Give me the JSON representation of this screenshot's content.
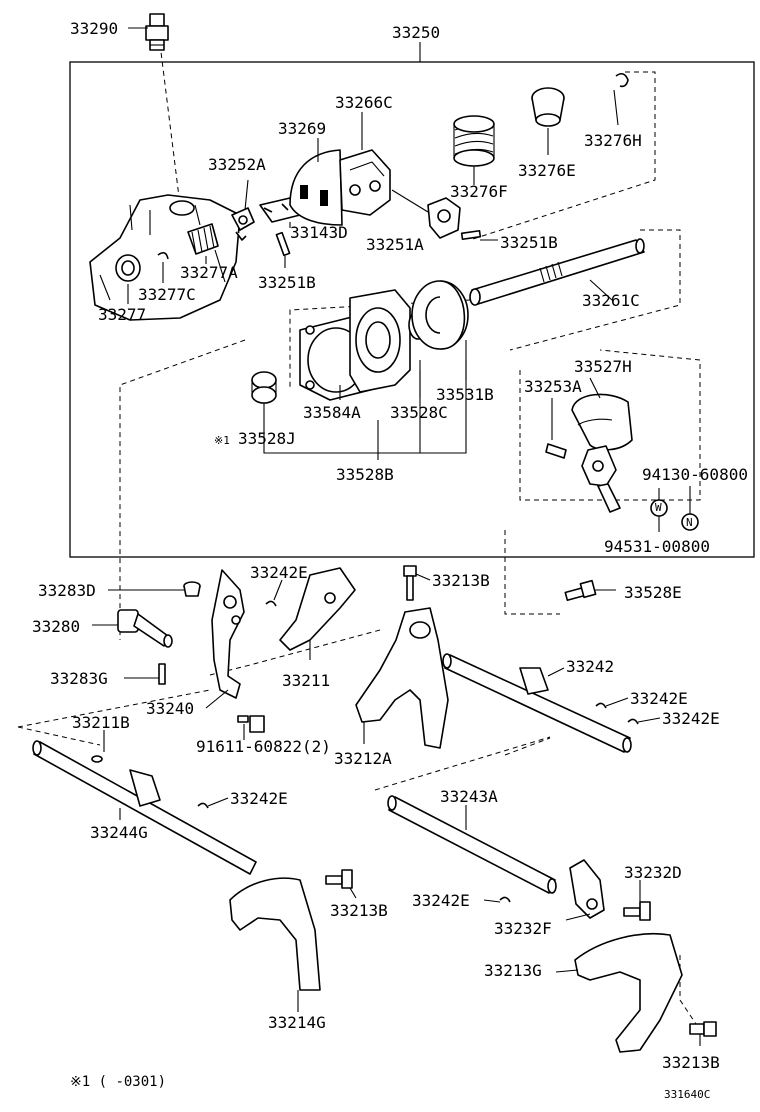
{
  "labels": {
    "p33290": "33290",
    "p33250": "33250",
    "p33266C": "33266C",
    "p33269": "33269",
    "p33276H": "33276H",
    "p33252A": "33252A",
    "p33276E": "33276E",
    "p33276F": "33276F",
    "p33143D": "33143D",
    "p33251A": "33251A",
    "p33251B_top": "33251B",
    "p33277A": "33277A",
    "p33251B_mid": "33251B",
    "p33277C": "33277C",
    "p33277": "33277",
    "p33261C": "33261C",
    "p33527H": "33527H",
    "p33253A": "33253A",
    "p33531B": "33531B",
    "p33584A": "33584A",
    "p33528C": "33528C",
    "p33528J": "33528J",
    "p33528B": "33528B",
    "p94130": "94130-60800",
    "p94531": "94531-00800",
    "p33242E_a": "33242E",
    "p33213B_a": "33213B",
    "p33283D": "33283D",
    "p33528E": "33528E",
    "p33280": "33280",
    "p33211": "33211",
    "p33242": "33242",
    "p33283G": "33283G",
    "p33242E_b": "33242E",
    "p33240": "33240",
    "p33242E_c": "33242E",
    "p33211B": "33211B",
    "p91611": "91611-60822(2)",
    "p33212A": "33212A",
    "p33242E_d": "33242E",
    "p33243A": "33243A",
    "p33244G": "33244G",
    "p33232D": "33232D",
    "p33242E_e": "33242E",
    "p33213B_b": "33213B",
    "p33232F": "33232F",
    "p33213G": "33213G",
    "p33214G": "33214G",
    "p33213B_c": "33213B"
  },
  "notes": {
    "asterisk_mark": "※1",
    "footnote": "※1 (    -0301)",
    "drawing_code": "331640C"
  },
  "badges": {
    "N": "N",
    "W": "W"
  }
}
